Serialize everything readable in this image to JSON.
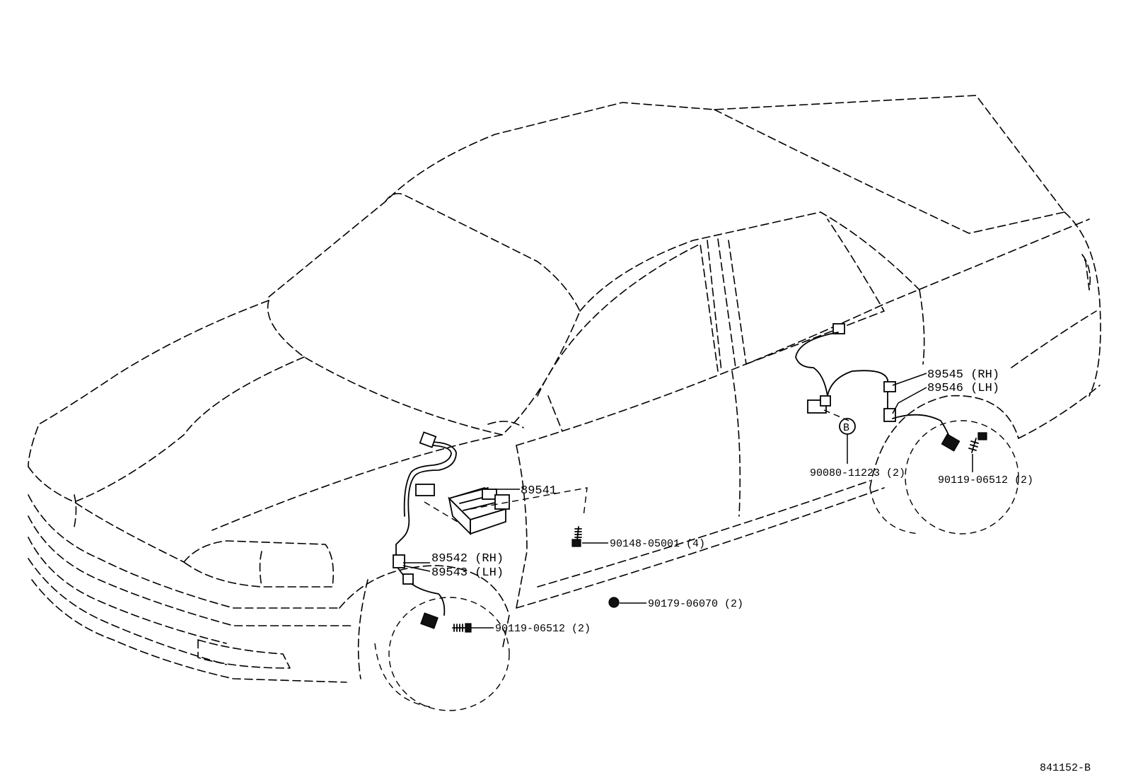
{
  "labels": {
    "p89541": "89541",
    "p89542": "89542 (RH)",
    "p89543": "89543 (LH)",
    "p89545": "89545 (RH)",
    "p89546": "89546 (LH)",
    "p90148": "90148-05001 (4)",
    "p90179": "90179-06070 (2)",
    "p90119_front": "90119-06512 (2)",
    "p90119_rear": "90119-06512 (2)",
    "p90080": "90080-11223 (2)",
    "ref_b": "B",
    "diagram_id": "841152-B"
  },
  "colors": {
    "ink": "#000000",
    "paper": "#ffffff"
  }
}
